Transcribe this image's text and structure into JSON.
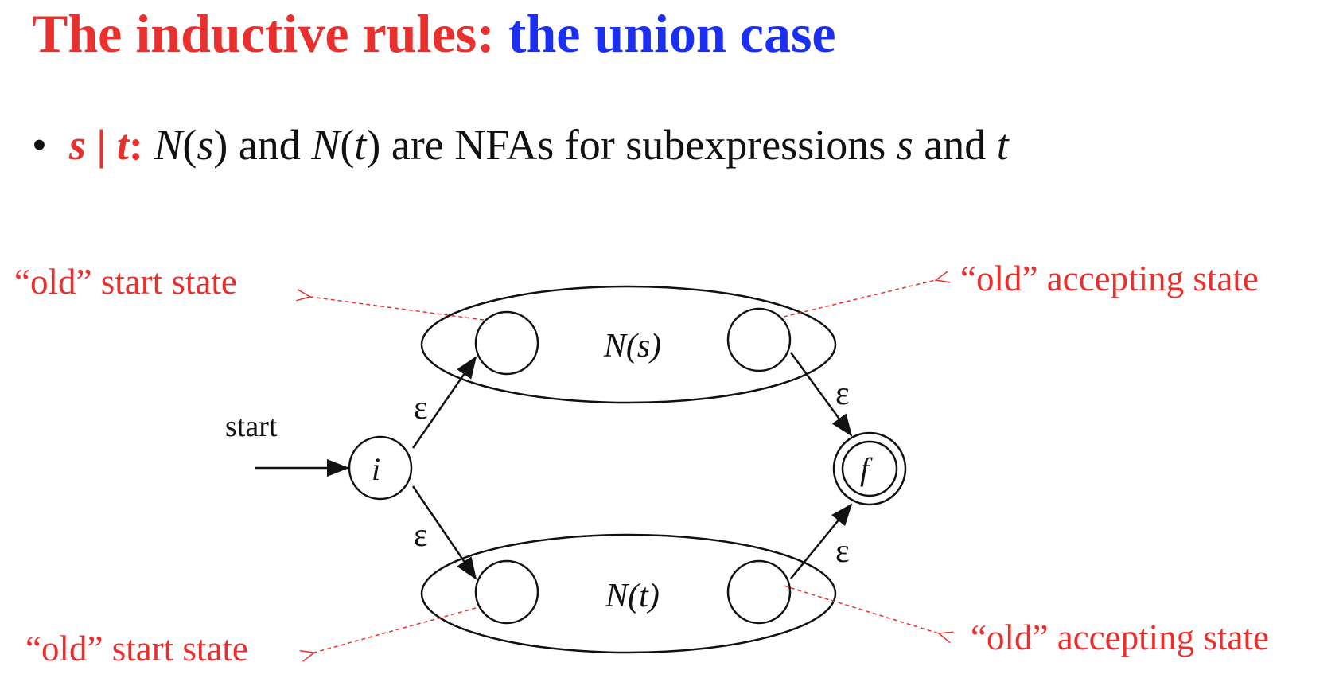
{
  "slide": {
    "title_part1": "The inductive rules:",
    "title_part2": "the union case",
    "title_color1": "#e8312f",
    "title_color2": "#1a2ff0"
  },
  "bullet": {
    "marker": "•",
    "expr_s": "s",
    "expr_bar": "|",
    "expr_t": "t",
    "colon": ":",
    "n1": "N",
    "p1_open": "(",
    "v1": "s",
    "p1_close": ")",
    "and1": " and ",
    "n2": "N",
    "p2_open": "(",
    "v2": "t",
    "p2_close": ")",
    "rest": " are NFAs for subexpressions ",
    "v3": "s",
    "and2": " and ",
    "v4": "t"
  },
  "annotations": {
    "top_left": "“old” start state",
    "top_right": "“old” accepting state",
    "bottom_left": "“old” start state",
    "bottom_right": "“old” accepting state",
    "color": "#e8312f"
  },
  "diagram": {
    "start_label": "start",
    "initial_state": "i",
    "final_state": "f",
    "nfa_s_label": "N(s)",
    "nfa_t_label": "N(t)",
    "epsilon_labels": [
      "ε",
      "ε",
      "ε",
      "ε"
    ]
  }
}
